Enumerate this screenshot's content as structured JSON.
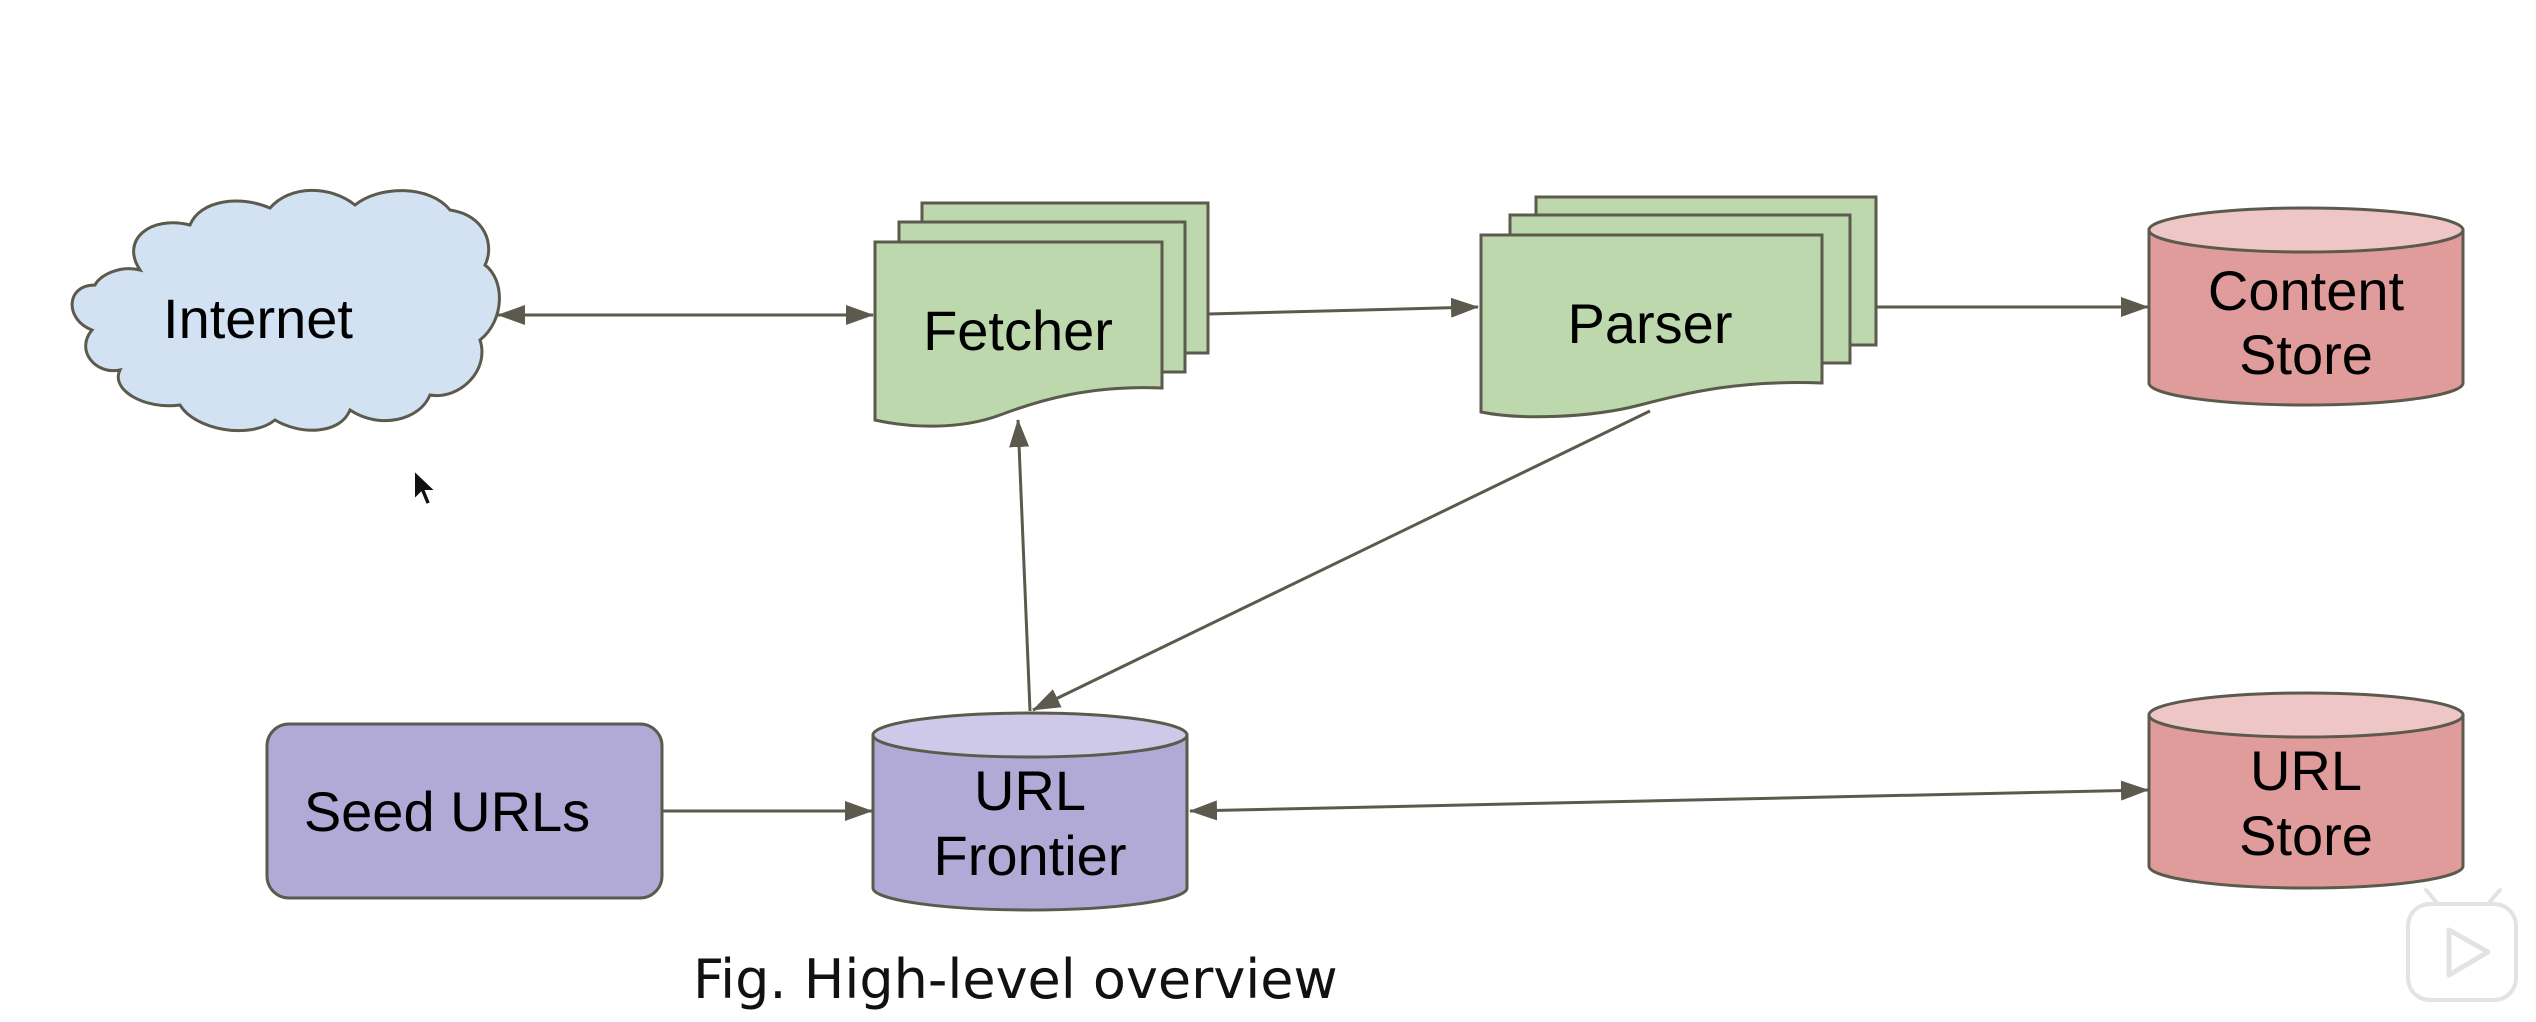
{
  "diagram": {
    "nodes": {
      "internet": {
        "label": "Internet"
      },
      "fetcher": {
        "label": "Fetcher"
      },
      "parser": {
        "label": "Parser"
      },
      "content_store": {
        "label_line1": "Content",
        "label_line2": "Store"
      },
      "seed_urls": {
        "label": "Seed URLs"
      },
      "url_frontier": {
        "label_line1": "URL",
        "label_line2": "Frontier"
      },
      "url_store": {
        "label_line1": "URL",
        "label_line2": "Store"
      }
    },
    "caption": "Fig. High-level overview"
  },
  "colors": {
    "cloud_fill": "#d2e2f3",
    "process_fill": "#bcd8ac",
    "store_fill": "#e09b9b",
    "store_top": "#eec6c6",
    "queue_fill": "#b1a9d6",
    "queue_top": "#cec8e9",
    "stroke": "#5b5a4c"
  }
}
